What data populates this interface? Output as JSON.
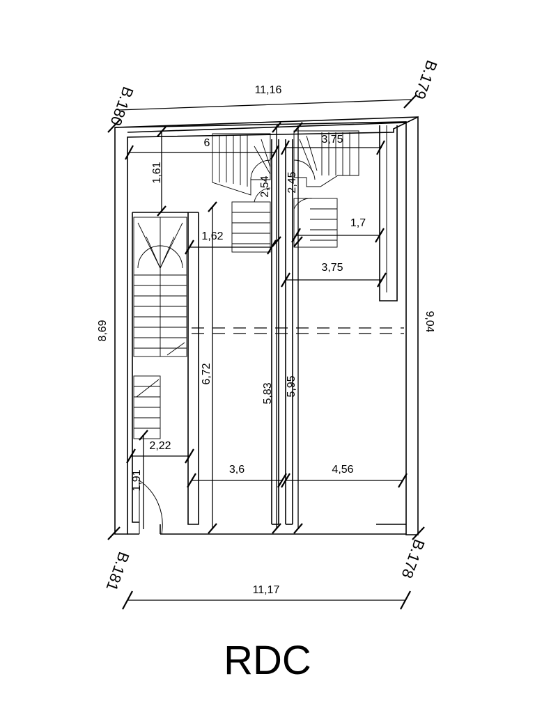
{
  "title": "RDC",
  "corners": {
    "top_left": "B.180",
    "top_right": "B.179",
    "bottom_left": "B.181",
    "bottom_right": "B.178"
  },
  "dimensions": {
    "top_overall": "11,16",
    "bottom_overall": "11,17",
    "left_overall": "8,69",
    "right_overall": "9,04",
    "d_6": "6",
    "d_375_top": "3,75",
    "d_161": "1,61",
    "d_254": "2,54",
    "d_245": "2,45",
    "d_162": "1,62",
    "d_17": "1,7",
    "d_375_mid": "3,75",
    "d_672": "6,72",
    "d_583": "5,83",
    "d_595": "5,95",
    "d_222": "2,22",
    "d_191": "1,91",
    "d_36": "3,6",
    "d_456": "4,56"
  }
}
